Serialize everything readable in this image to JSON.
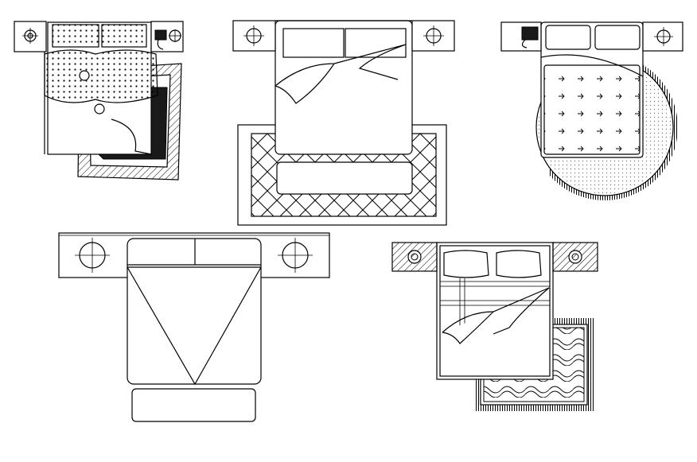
{
  "drawing": {
    "background": "#ffffff",
    "line_color": "#000000",
    "plans": [
      {
        "id": "bed-plan-1",
        "items": [
          "headboard",
          "pillows",
          "dotted-quilt",
          "side-table-lamp",
          "telephone",
          "side-table-lamp",
          "textured-rug"
        ]
      },
      {
        "id": "bed-plan-2",
        "items": [
          "headboard",
          "side-table-lamp",
          "side-table-lamp",
          "folded-bedsheet",
          "diamond-pattern-rug"
        ]
      },
      {
        "id": "bed-plan-3",
        "items": [
          "telephone",
          "pillows",
          "arrow-pattern-sheet",
          "side-table-lamp",
          "round-rug"
        ]
      },
      {
        "id": "bed-plan-4",
        "items": [
          "long-headboard",
          "side-table-lamp",
          "side-table-lamp",
          "triangle-fold-sheet",
          "bench"
        ]
      },
      {
        "id": "bed-plan-5",
        "items": [
          "hatched-side-table",
          "hatched-side-table",
          "pillows",
          "plaid-sheet",
          "folded-corner",
          "wave-pattern-rug"
        ]
      }
    ]
  }
}
